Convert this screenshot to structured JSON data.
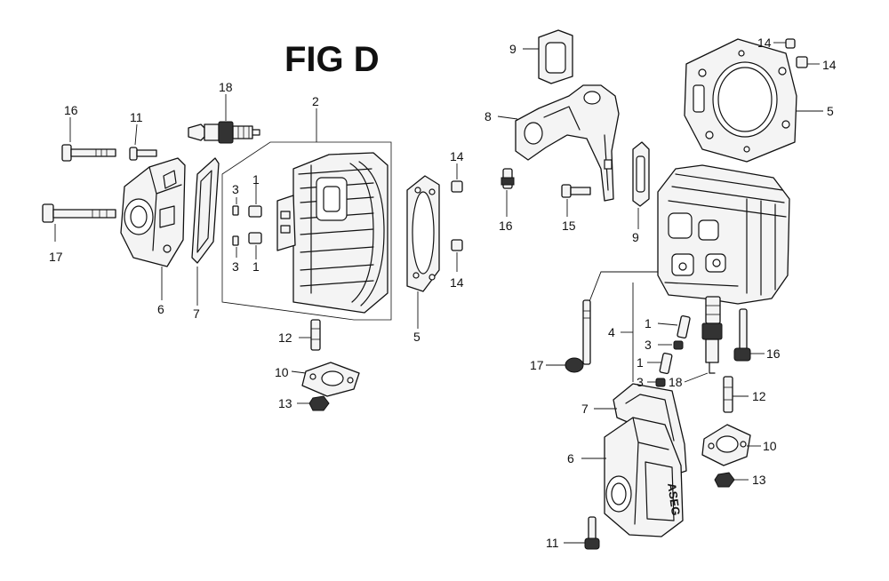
{
  "title": "FIG D",
  "callouts": {
    "left": {
      "c16": "16",
      "c11": "11",
      "c18": "18",
      "c2": "2",
      "c14a": "14",
      "c3a": "3",
      "c1a": "1",
      "c3b": "3",
      "c1b": "1",
      "c17": "17",
      "c6": "6",
      "c7": "7",
      "c5": "5",
      "c14b": "14",
      "c12": "12",
      "c10": "10",
      "c13": "13"
    },
    "right": {
      "c9a": "9",
      "c14a": "14",
      "c14b": "14",
      "c5": "5",
      "c8": "8",
      "c16a": "16",
      "c15": "15",
      "c9b": "9",
      "c4": "4",
      "c1a": "1",
      "c3a": "3",
      "c1b": "1",
      "c3b": "3",
      "c17": "17",
      "c18": "18",
      "c16b": "16",
      "c12": "12",
      "c7": "7",
      "c10": "10",
      "c6": "6",
      "c13": "13",
      "c11": "11"
    }
  },
  "cover_marking": "ASEG"
}
